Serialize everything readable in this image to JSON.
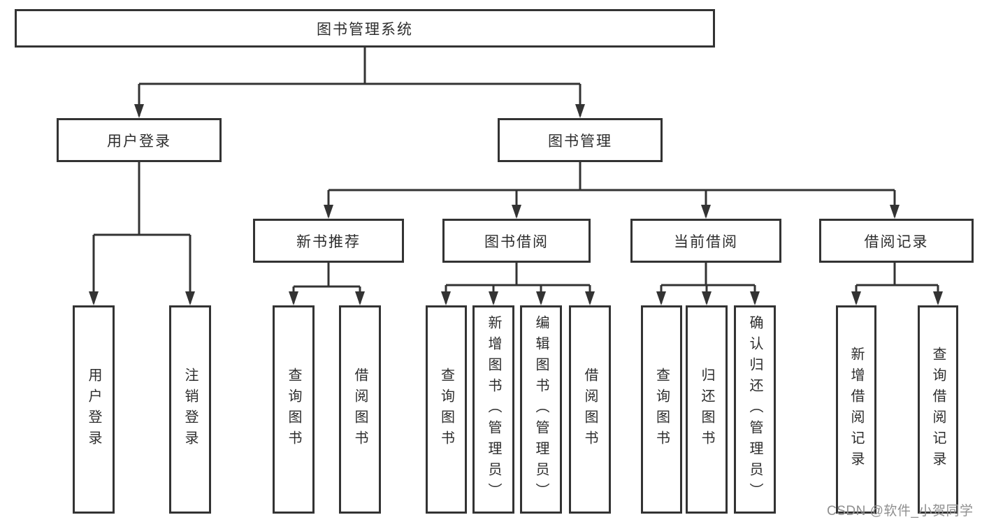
{
  "diagram_type": "hierarchy-tree",
  "tree": {
    "label": "图书管理系统",
    "children": [
      {
        "label": "用户登录",
        "children": [
          {
            "label": "用户登录"
          },
          {
            "label": "注销登录"
          }
        ]
      },
      {
        "label": "图书管理",
        "children": [
          {
            "label": "新书推荐",
            "children": [
              {
                "label": "查询图书"
              },
              {
                "label": "借阅图书"
              }
            ]
          },
          {
            "label": "图书借阅",
            "children": [
              {
                "label": "查询图书"
              },
              {
                "label": "新增图书（管理员）"
              },
              {
                "label": "编辑图书（管理员）"
              },
              {
                "label": "借阅图书"
              }
            ]
          },
          {
            "label": "当前借阅",
            "children": [
              {
                "label": "查询图书"
              },
              {
                "label": "归还图书"
              },
              {
                "label": "确认归还（管理员）"
              }
            ]
          },
          {
            "label": "借阅记录",
            "children": [
              {
                "label": "新增借阅记录"
              },
              {
                "label": "查询借阅记录"
              }
            ]
          }
        ]
      }
    ]
  },
  "watermark": {
    "text": "CSDN @软件_小贺同学",
    "color": "#8f8f8f"
  },
  "colors": {
    "line": "#333333",
    "box_border": "#333333",
    "text": "#2d2d2d",
    "background": "#ffffff"
  }
}
